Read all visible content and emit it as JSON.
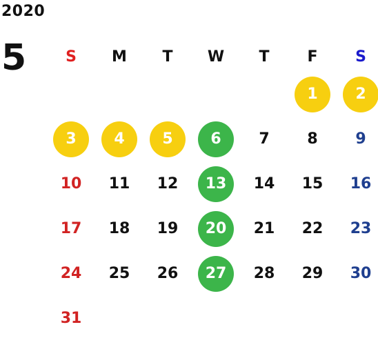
{
  "calendar": {
    "year": "2020",
    "month": "5",
    "weekdays": [
      "S",
      "M",
      "T",
      "W",
      "T",
      "F",
      "S"
    ],
    "colors": {
      "sunday": "#d12323",
      "saturday": "#1f3f8f",
      "holiday_yellow": "#f7cf10",
      "holiday_green": "#3cb54a"
    },
    "weeks": [
      [
        "",
        "",
        "",
        "",
        "",
        "1",
        "2"
      ],
      [
        "3",
        "4",
        "5",
        "6",
        "7",
        "8",
        "9"
      ],
      [
        "10",
        "11",
        "12",
        "13",
        "14",
        "15",
        "16"
      ],
      [
        "17",
        "18",
        "19",
        "20",
        "21",
        "22",
        "23"
      ],
      [
        "24",
        "25",
        "26",
        "27",
        "28",
        "29",
        "30"
      ],
      [
        "31",
        "",
        "",
        "",
        "",
        "",
        ""
      ]
    ],
    "highlight_yellow": [
      "1",
      "2",
      "3",
      "4",
      "5"
    ],
    "highlight_green": [
      "6",
      "13",
      "20",
      "27"
    ]
  }
}
